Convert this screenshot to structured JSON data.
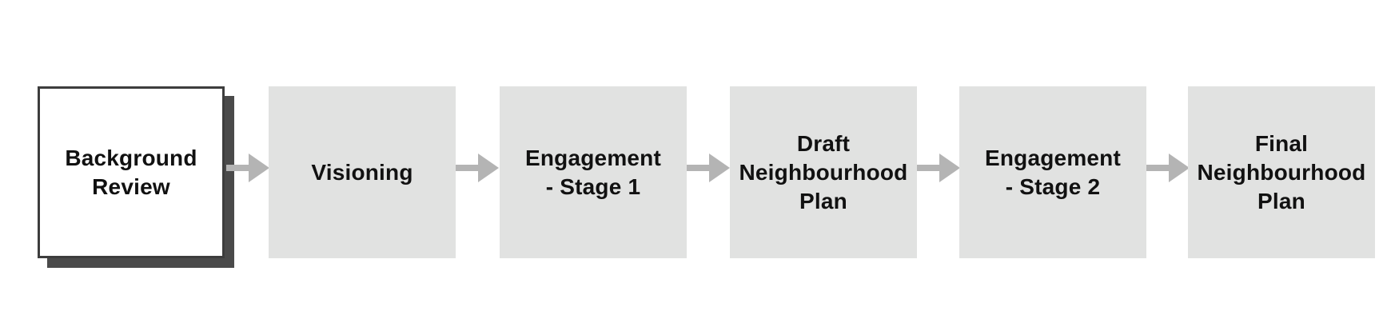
{
  "diagram": {
    "steps": [
      {
        "label": "Background\nReview",
        "current": true
      },
      {
        "label": "Visioning",
        "current": false
      },
      {
        "label": "Engagement\n- Stage 1",
        "current": false
      },
      {
        "label": "Draft\nNeighbourhood\nPlan",
        "current": false
      },
      {
        "label": "Engagement\n- Stage 2",
        "current": false
      },
      {
        "label": "Final\nNeighbourhood\nPlan",
        "current": false
      }
    ],
    "colors": {
      "box_fill": "#e1e2e1",
      "current_fill": "#ffffff",
      "current_border": "#3d3d3d",
      "current_shadow": "#4a4a4a",
      "arrow": "#b4b4b4",
      "text": "#111111"
    }
  }
}
